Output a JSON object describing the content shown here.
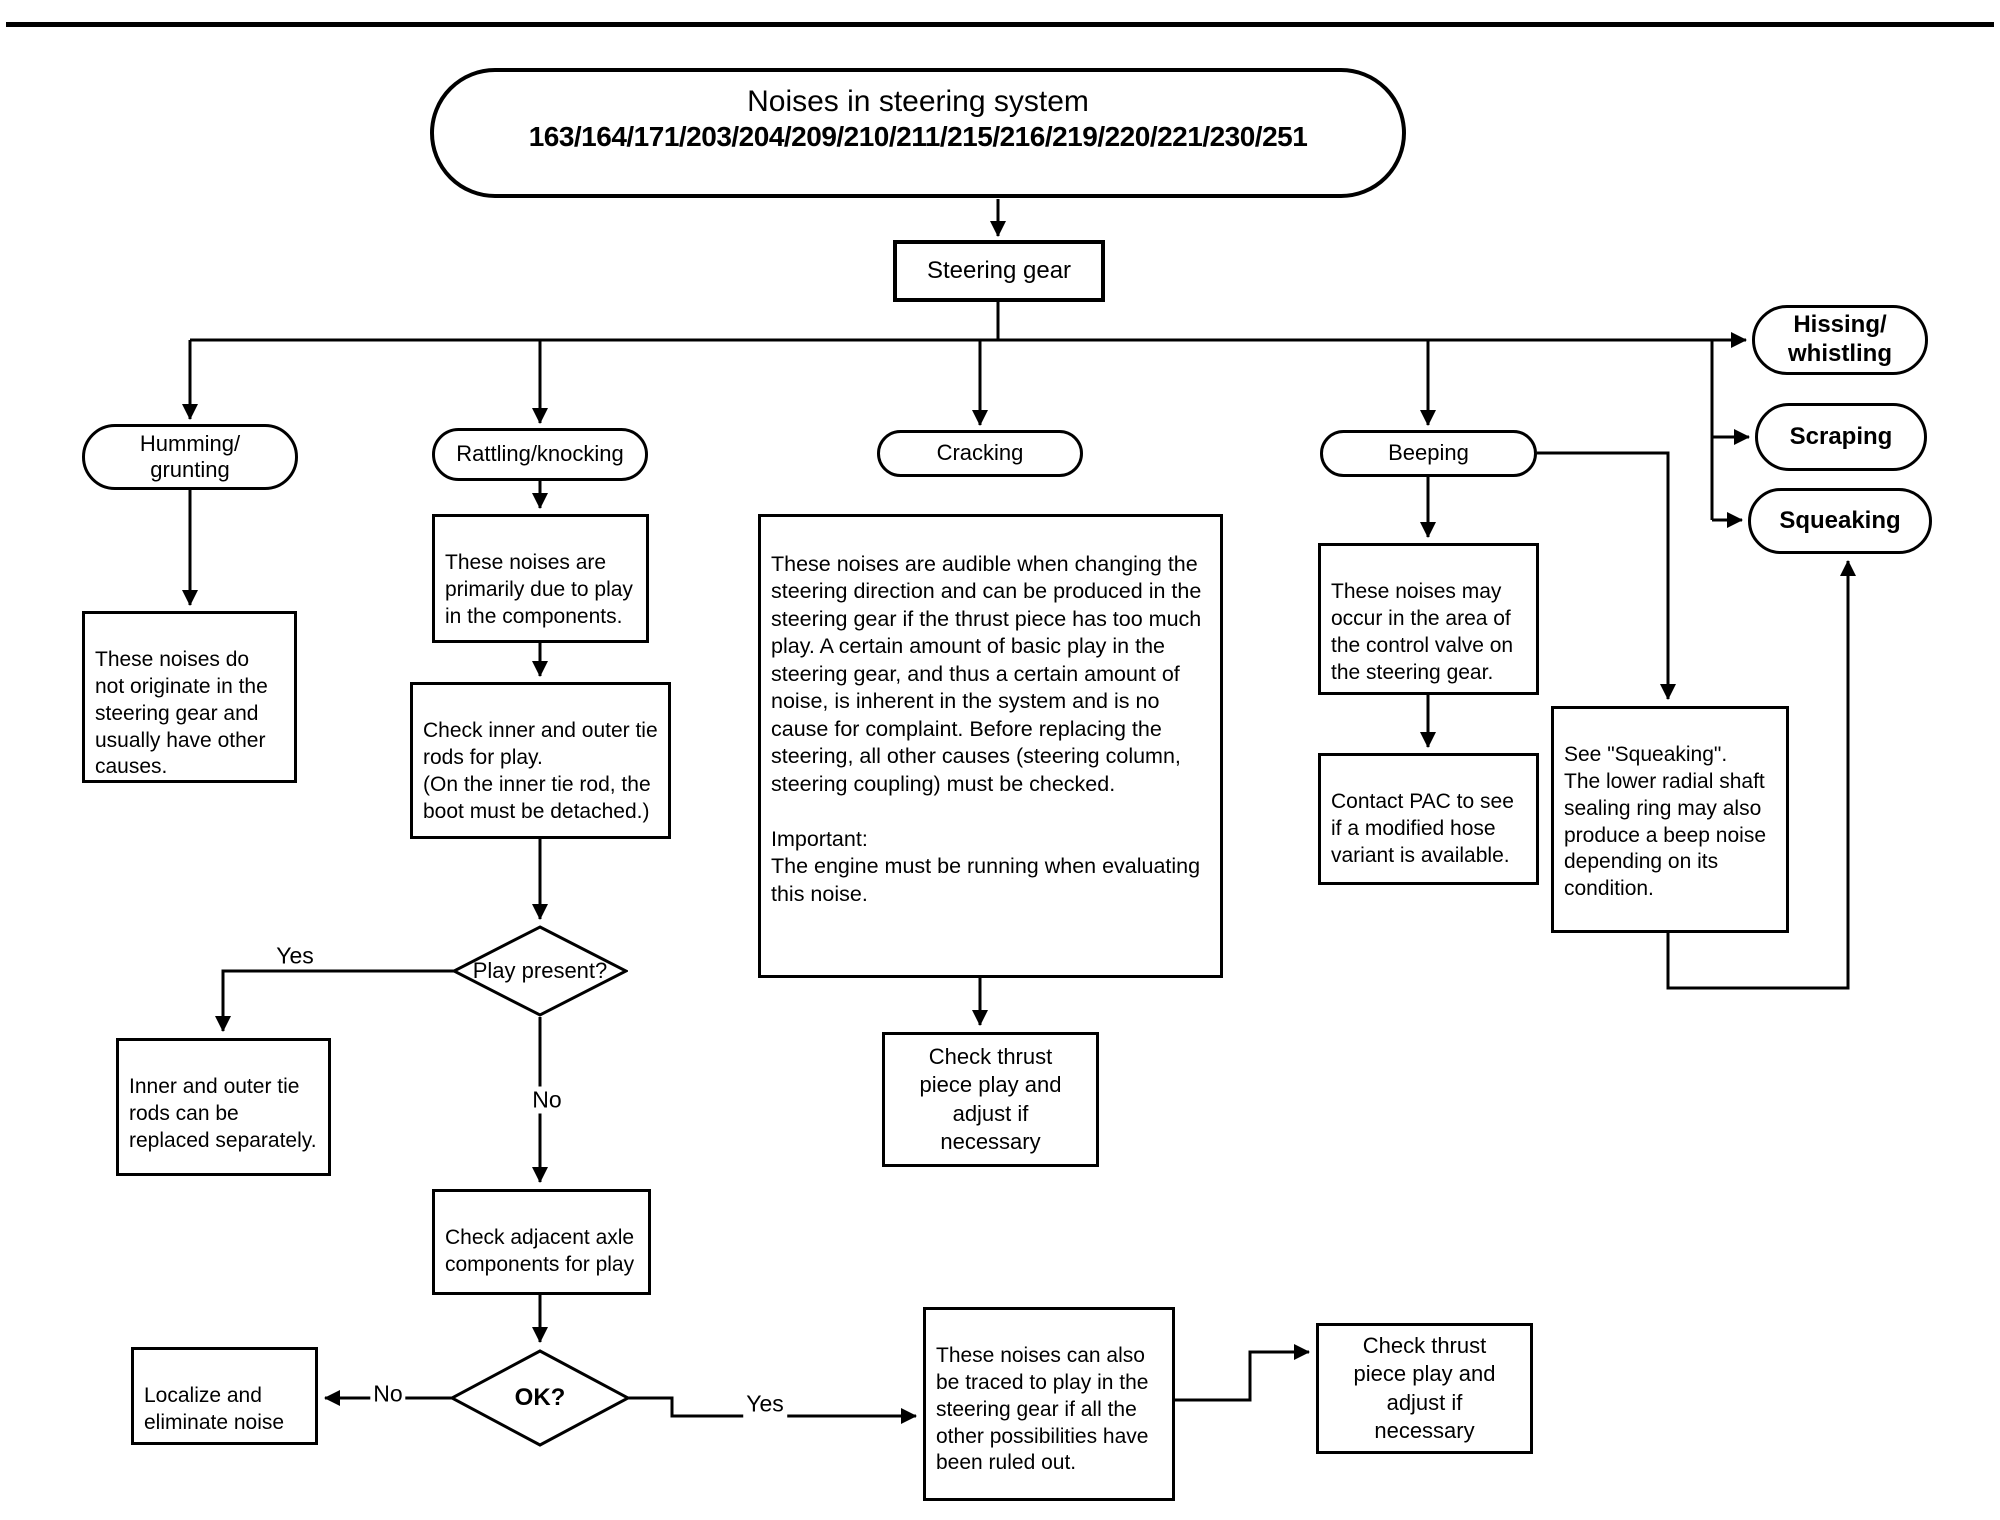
{
  "title": {
    "line1": "Noises in steering system",
    "line2": "163/164/171/203/204/209/210/211/215/216/219/220/221/230/251"
  },
  "nodes": {
    "steering_gear": "Steering gear",
    "humming": {
      "line1": "Humming/",
      "line2": "grunting"
    },
    "rattling": "Rattling/knocking",
    "cracking": "Cracking",
    "beeping": "Beeping",
    "hissing": {
      "line1": "Hissing/",
      "line2": "whistling"
    },
    "scraping": "Scraping",
    "squeaking": "Squeaking",
    "humming_info": "These noises do not originate in the steering gear and usually have other causes.",
    "rattling_info": "These noises are primarily due to play in the components.",
    "tie_rod_check": "Check inner and outer tie rods for play.\n(On the inner tie rod, the boot must be detached.)",
    "play_present": "Play present?",
    "tie_rod_replace": "Inner and outer tie rods can be replaced separately.",
    "adjacent_check": "Check adjacent axle components for play",
    "ok": "OK?",
    "localize": "Localize and eliminate noise",
    "traced": "These noises can also be traced to play in the steering gear if all the other possibilities have been ruled out.",
    "check_thrust_mid": "Check thrust\npiece play and\nadjust if\nnecessary",
    "check_thrust_final": "Check thrust\npiece play and\nadjust if\nnecessary",
    "cracking_info": "These noises are audible when changing the steering direction and can be produced in the steering gear if the thrust piece has too much play. A certain amount of basic play in the steering gear, and thus a certain amount of noise, is inherent in the system and is no cause for complaint. Before replacing the steering, all other causes (steering column, steering coupling) must be checked.\n\nImportant:\nThe engine must be running when evaluating this noise.",
    "beeping_info": "These noises may occur in the area of the control valve on the steering gear.",
    "pac": "Contact PAC to see if a modified hose variant is available.",
    "see_squeaking": "See \"Squeaking\".\nThe lower radial shaft sealing ring may also produce a beep noise depending on its condition."
  },
  "labels": {
    "yes_play": "Yes",
    "no_play": "No",
    "no_ok": "No",
    "yes_ok": "Yes"
  },
  "colors": {
    "ink": "#000000",
    "paper": "#ffffff"
  }
}
